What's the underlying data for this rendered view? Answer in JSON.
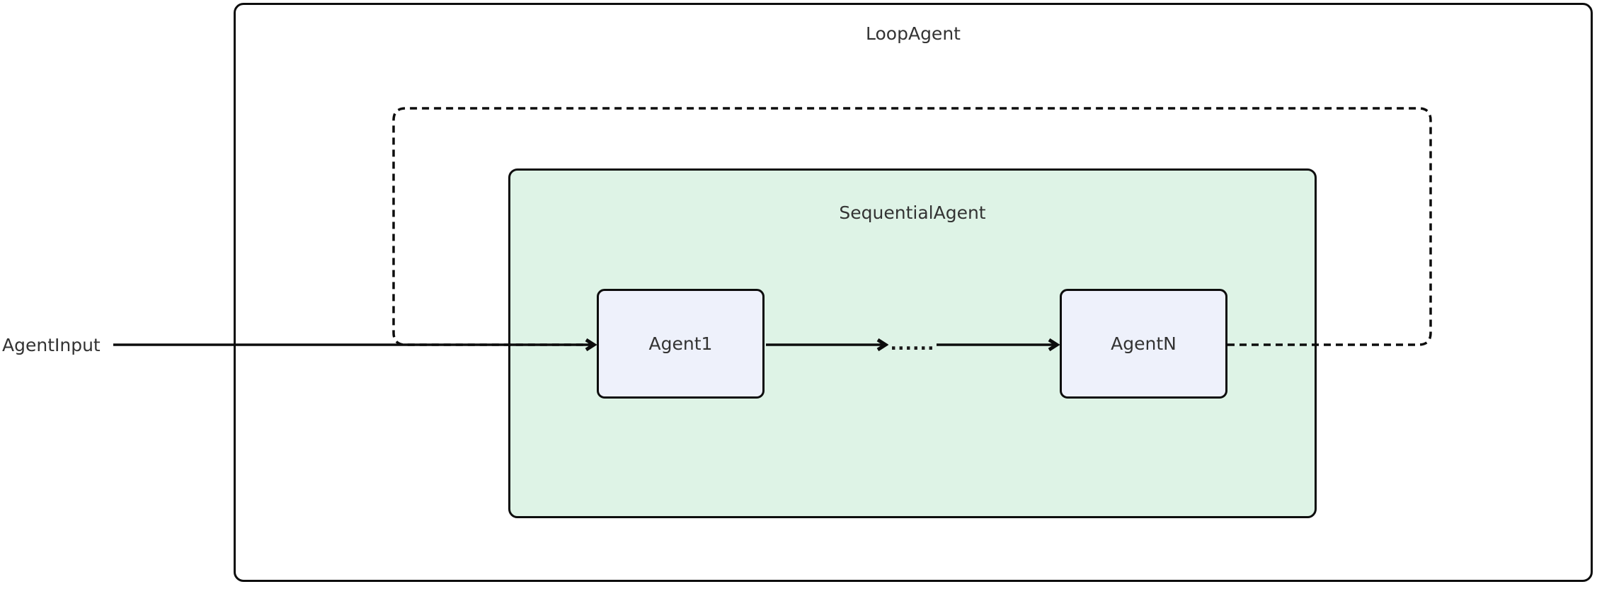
{
  "diagram": {
    "type": "flowchart",
    "outer": {
      "label": "LoopAgent"
    },
    "sequential": {
      "label": "SequentialAgent"
    },
    "nodes": {
      "agent1": {
        "label": "Agent1"
      },
      "agentN": {
        "label": "AgentN"
      }
    },
    "edges": {
      "input_label": "AgentInput",
      "ellipsis": "......",
      "flow": "AgentInput -> Agent1 -> ...... -> AgentN -> (dashed loop back to Agent1)"
    }
  },
  "colors": {
    "background": "#ffffff",
    "green_fill": "#def3e6",
    "node_fill": "#eef1fb",
    "stroke": "#0d0d0d",
    "text": "#333333"
  }
}
